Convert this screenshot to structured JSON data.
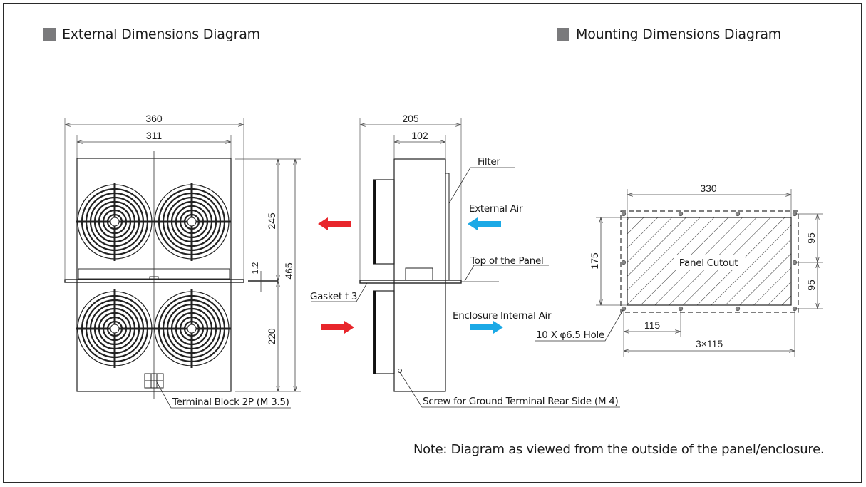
{
  "sections": {
    "external": {
      "title": "External Dimensions Diagram",
      "icon": "gray-square-icon"
    },
    "mounting": {
      "title": "Mounting Dimensions Diagram",
      "icon": "gray-square-icon"
    }
  },
  "front_view": {
    "dims": {
      "overall_width": "360",
      "inner_width": "311",
      "upper_height": "245",
      "lower_height": "220",
      "overall_height": "465",
      "flange_thickness": "1.2"
    },
    "callouts": {
      "terminal_block": "Terminal Block 2P (M 3.5)"
    }
  },
  "side_view": {
    "dims": {
      "overall_depth": "205",
      "inner_depth": "102"
    },
    "callouts": {
      "filter": "Filter",
      "top_of_panel": "Top of the Panel",
      "gasket": "Gasket t 3",
      "ground_screw": "Screw for Ground Terminal Rear Side (M 4)"
    },
    "airflow": {
      "external_air": "External Air",
      "internal_air": "Enclosure Internal Air",
      "hot_color": "#e8262b",
      "cool_color": "#1ba9e6"
    }
  },
  "mounting_view": {
    "dims": {
      "cutout_width": "330",
      "cutout_height": "175",
      "hole_pitch_v_upper": "95",
      "hole_pitch_v_lower": "95",
      "hole_pitch_h": "115",
      "hole_pitch_h_total": "3×115"
    },
    "labels": {
      "cutout": "Panel Cutout",
      "holes": "10 X φ6.5 Hole"
    }
  },
  "note": "Note: Diagram as viewed from the outside of the panel/enclosure."
}
